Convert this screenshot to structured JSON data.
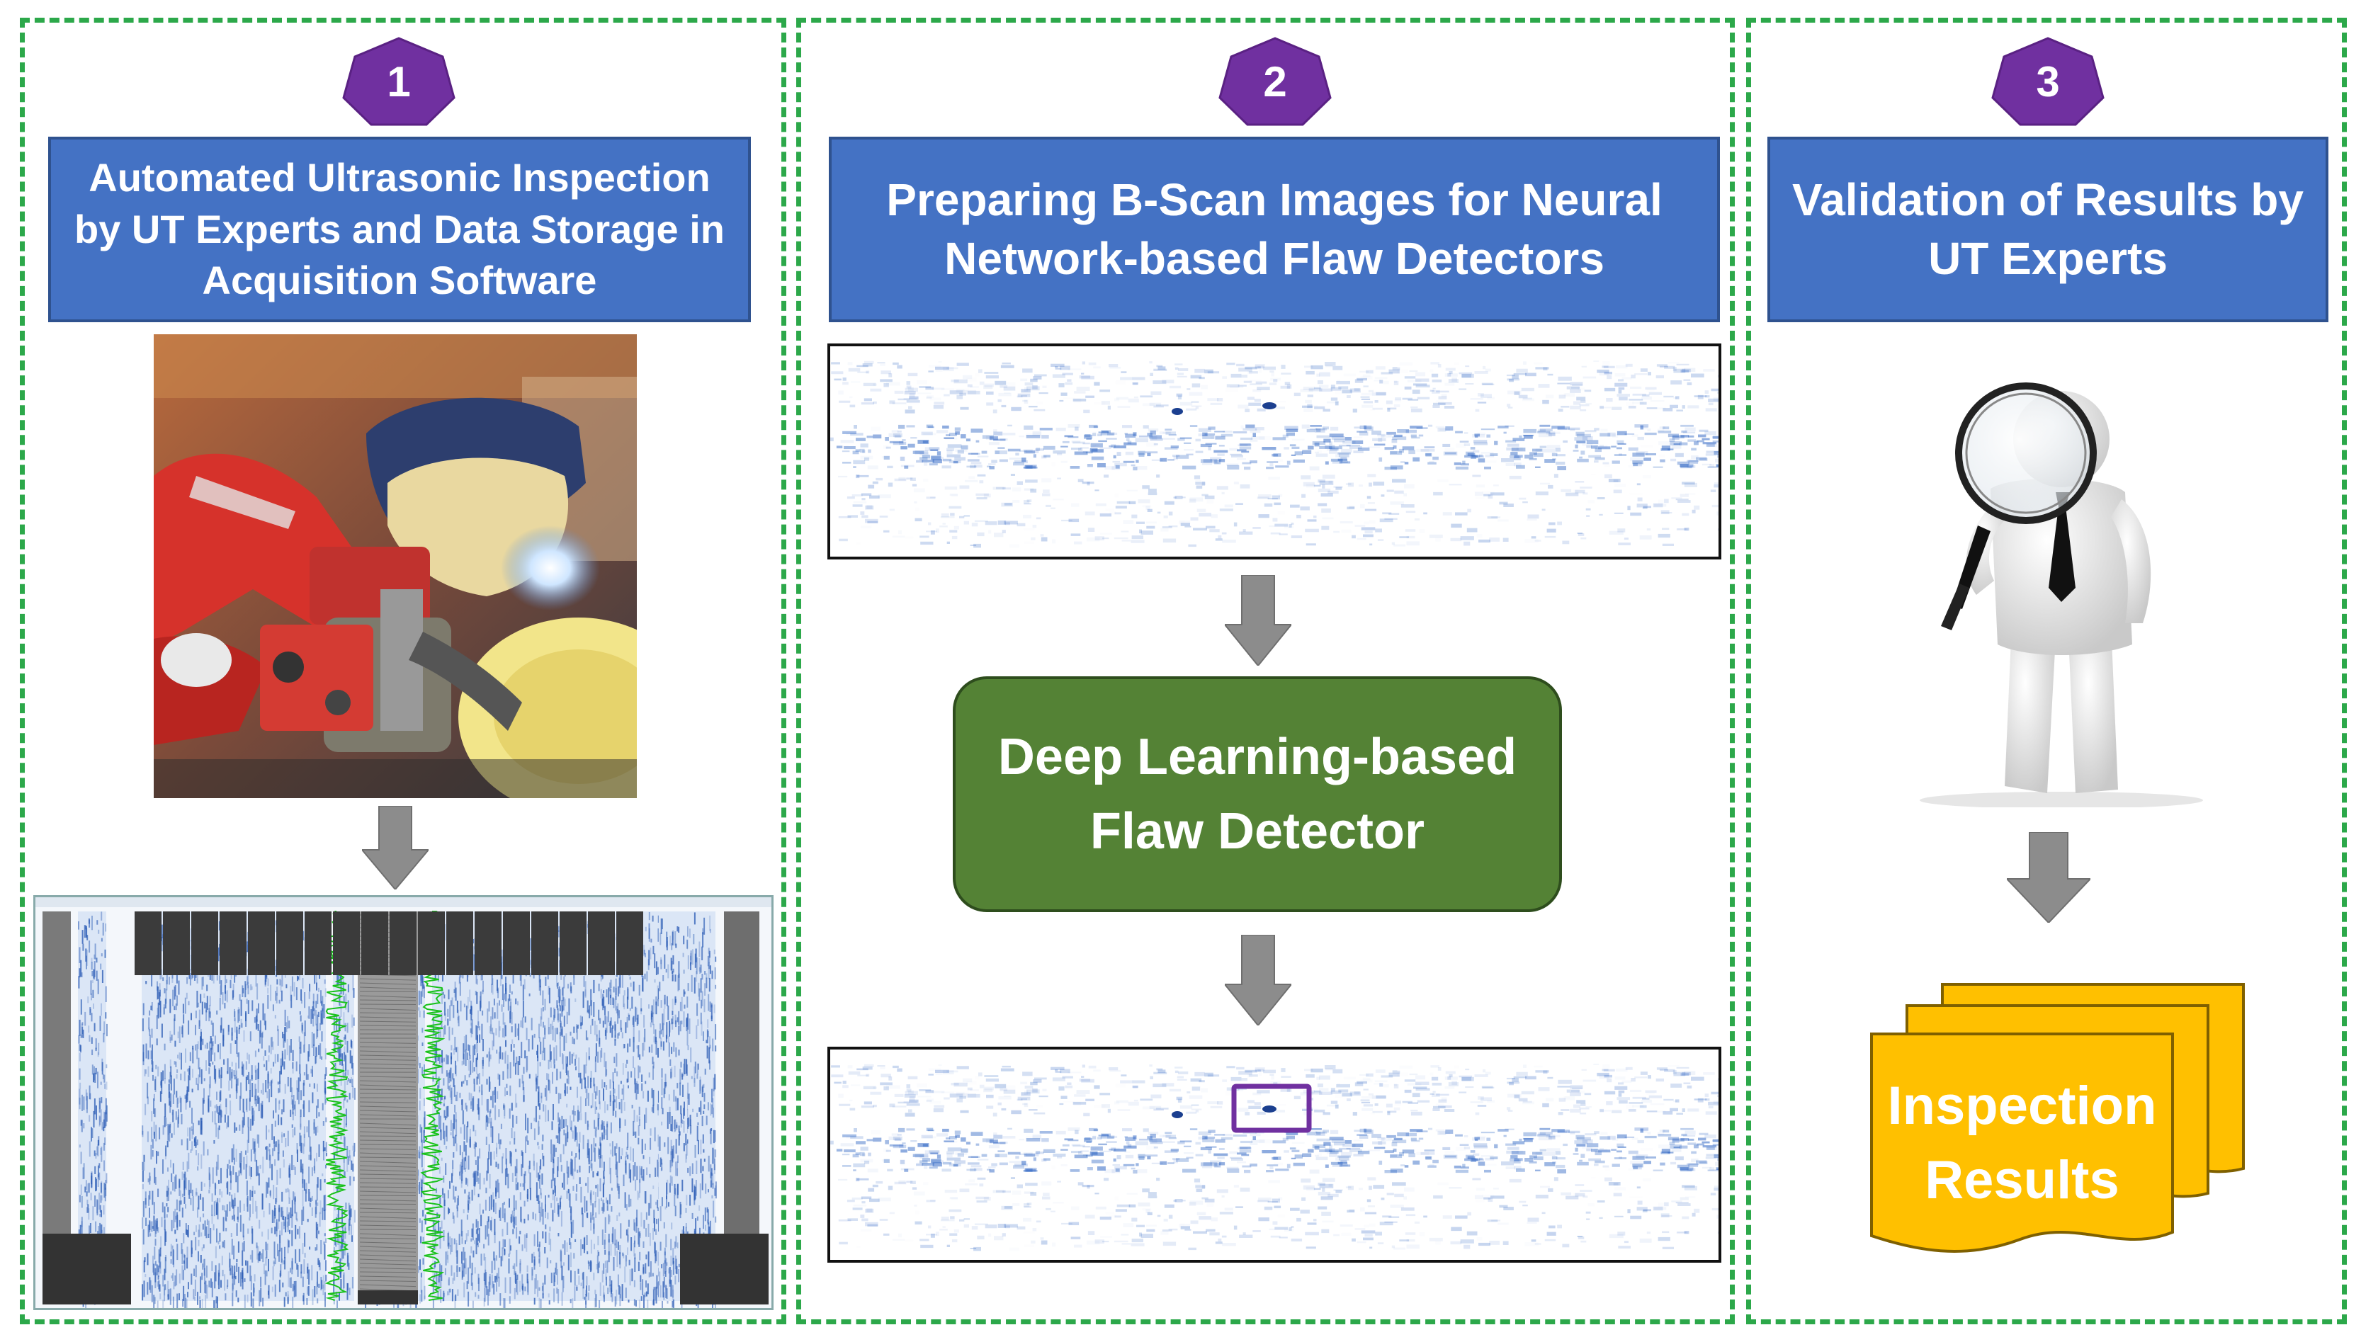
{
  "steps": [
    {
      "number": "1",
      "title_lines": [
        "Automated Ultrasonic Inspection",
        "by UT Experts and Data Storage in",
        "Acquisition Software"
      ]
    },
    {
      "number": "2",
      "title_lines": [
        "Preparing B-Scan Images for Neural",
        "Network-based Flaw Detectors"
      ]
    },
    {
      "number": "3",
      "title_lines": [
        "Validation of Results by",
        "UT Experts"
      ]
    }
  ],
  "detector": {
    "lines": [
      "Deep Learning-based",
      "Flaw Detector"
    ]
  },
  "results": {
    "lines": [
      "Inspection",
      "Results"
    ]
  },
  "colors": {
    "panel_border": "#2ca84a",
    "badge": "#7030a0",
    "title_fill": "#4472c4",
    "detector_fill": "#548235",
    "results_fill": "#ffc000",
    "arrow": "#8c8c8c",
    "flaw_box": "#7030a0"
  },
  "icons": [
    "welder-photo",
    "acquisition-software-screenshot",
    "bscan-image",
    "bscan-image-with-detection",
    "magnifier-person-figure",
    "document-stack-icon"
  ]
}
